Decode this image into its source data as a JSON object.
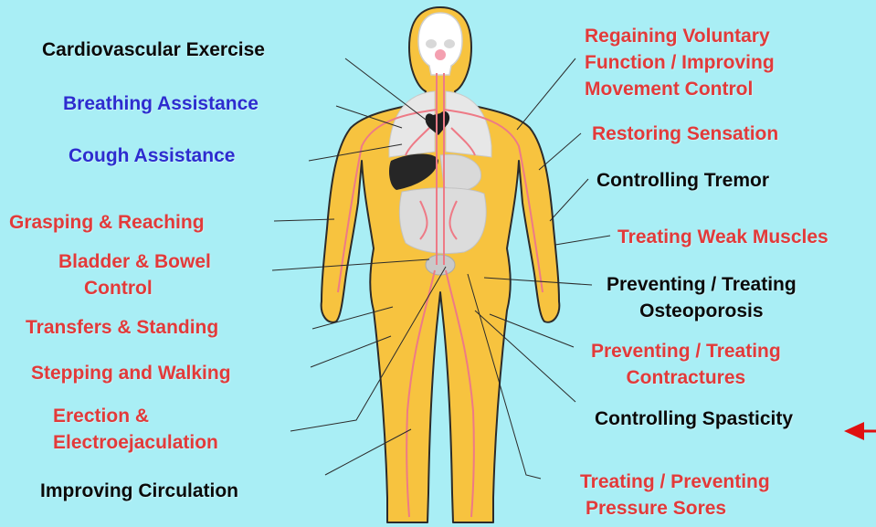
{
  "colors": {
    "background": "#a9eef5",
    "body_skin": "#f7c33f",
    "body_outline": "#2b2b2b",
    "vessel": "#ee7a86",
    "organ_light": "#e7e7e7",
    "liver": "#262626",
    "label_red": "#e23a3a",
    "label_blue": "#2d2ccf",
    "label_black": "#0a0a0a",
    "arrow": "#e01010"
  },
  "labels_left": {
    "cardio": "Cardiovascular Exercise",
    "breathing": "Breathing Assistance",
    "cough": "Cough Assistance",
    "grasping": "Grasping & Reaching",
    "bladder_1": "Bladder & Bowel",
    "bladder_2": "Control",
    "transfers": "Transfers & Standing",
    "stepping": "Stepping and Walking",
    "erection_1": "Erection &",
    "erection_2": "Electroejaculation",
    "circulation": "Improving Circulation"
  },
  "labels_right": {
    "voluntary_1": "Regaining Voluntary",
    "voluntary_2": "Function / Improving",
    "voluntary_3": "Movement Control",
    "sensation": "Restoring Sensation",
    "tremor": "Controlling Tremor",
    "weak_muscles": "Treating Weak Muscles",
    "osteo_1": "Preventing / Treating",
    "osteo_2": "Osteoporosis",
    "contract_1": "Preventing / Treating",
    "contract_2": "Contractures",
    "spasticity": "Controlling Spasticity",
    "pressure_1": "Treating / Preventing",
    "pressure_2": "Pressure Sores"
  },
  "highlight_arrow": {
    "icon": "left-arrow-icon",
    "points_to": "Controlling Spasticity"
  }
}
